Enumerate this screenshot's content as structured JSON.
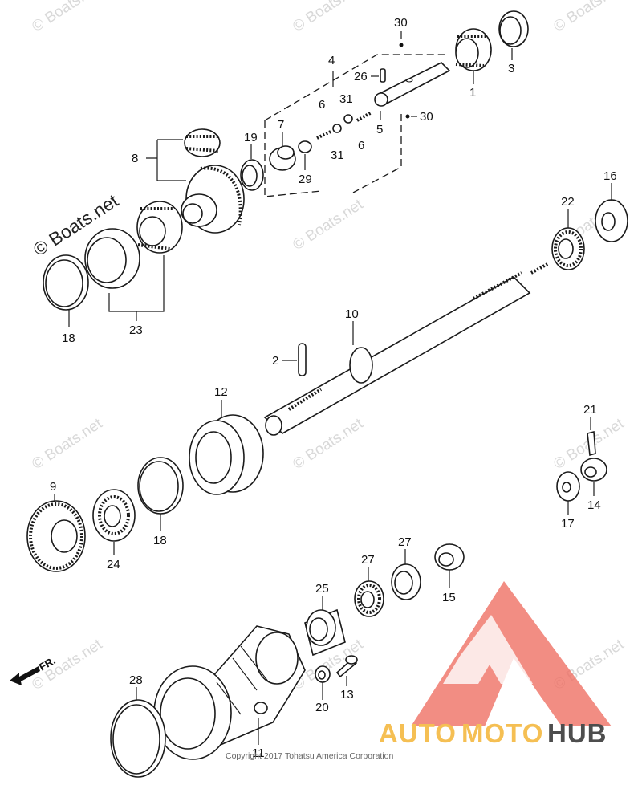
{
  "diagram": {
    "watermark": "© Boats.net",
    "copyright": "Copyright 2017 Tohatsu America Corporation",
    "direction_label": "FR.",
    "brand": {
      "auto": "AUTO",
      "moto": "MOTO",
      "hub": "HUB",
      "colors": {
        "orange": "#f5b941",
        "dark": "#3a3a3a",
        "red": "#ef6b5e"
      }
    },
    "callouts": [
      "1",
      "2",
      "3",
      "4",
      "5",
      "6",
      "6",
      "7",
      "8",
      "9",
      "10",
      "11",
      "12",
      "13",
      "14",
      "15",
      "16",
      "17",
      "18",
      "18",
      "19",
      "20",
      "21",
      "22",
      "23",
      "24",
      "25",
      "26",
      "27",
      "27",
      "28",
      "29",
      "30",
      "30",
      "31",
      "31"
    ]
  }
}
